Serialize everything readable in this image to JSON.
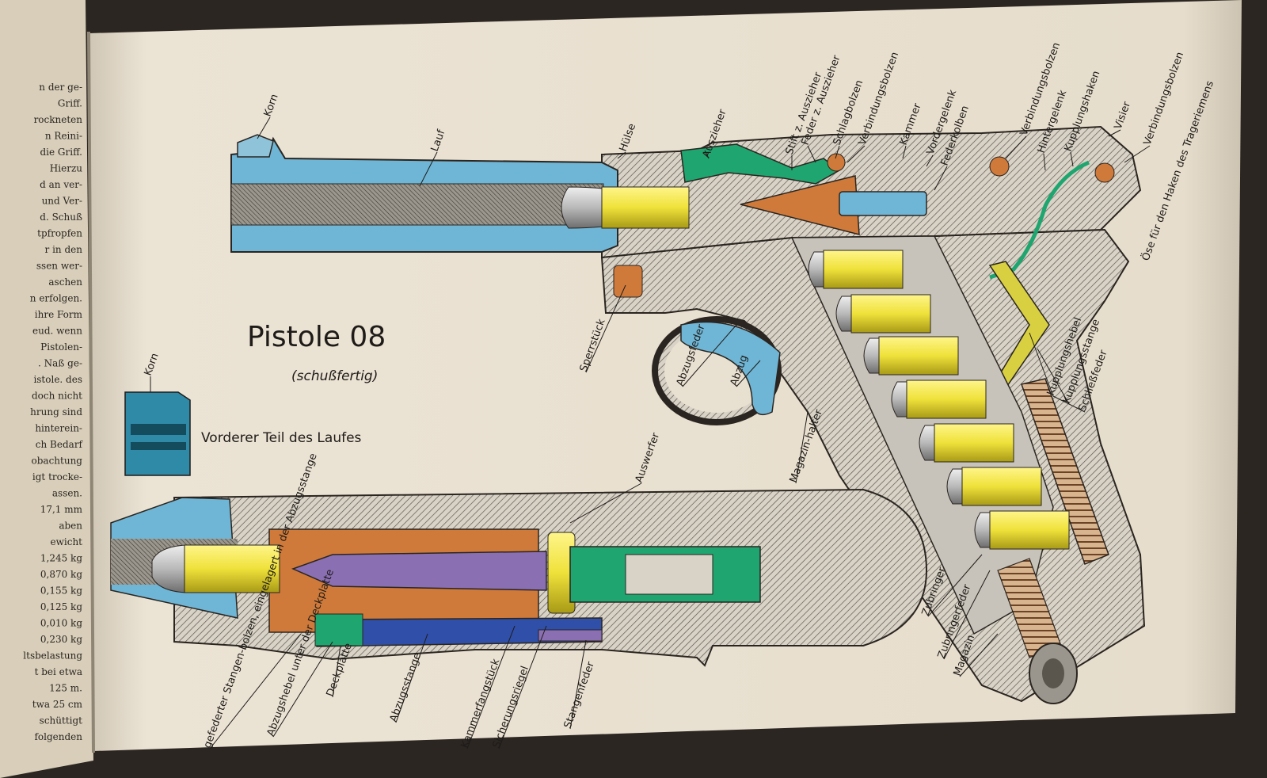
{
  "title": "Pistole 08",
  "subtitle": "(schußfertig)",
  "inset_caption": "Vorderer Teil des Laufes",
  "colors": {
    "page": "#e8dfd0",
    "blue": "#6fb6d6",
    "yellow": "#efe13a",
    "green": "#1fa56f",
    "orange": "#cf7a3a",
    "purple": "#8b6fb3",
    "navy": "#2f4fa8",
    "steel": "#b9b5ad"
  },
  "labels": {
    "korn": "Korn",
    "lauf": "Lauf",
    "huelse": "Hülse",
    "auszieher": "Auszieher",
    "stift_auszieher": "Stift z. Auszieher",
    "feder_auszieher": "Feder z. Auszieher",
    "schlagbolzen": "Schlagbolzen",
    "verbindungsbolzen_1": "Verbindungsbolzen",
    "kammer": "Kammer",
    "vordergelenk": "Vordergelenk",
    "federkolben": "Federkolben",
    "verbindungsbolzen_2": "Verbindungsbolzen",
    "hintergelenk": "Hintergelenk",
    "kupplungshaken": "Kupplungshaken",
    "visier": "Visier",
    "verbindungsbolzen_3": "Verbindungsbolzen",
    "oese": "Öse für den Haken des Trageriemens",
    "sperrstueck": "Sperrstück",
    "abzugsfeder": "Abzugsfeder",
    "abzug": "Abzug",
    "magazinhalter": "Magazin-halter",
    "kupplungshebel": "Kupplungshebel",
    "kupplungsstange": "Kupplungsstange",
    "schliessfeder": "Schließfeder",
    "auswerfer": "Auswerfer",
    "zubringer": "Zubringer",
    "zubringerfeder": "Zubringerfeder",
    "magazin": "Magazin",
    "gefederter": "gefederter Stangen-bolzen, eingelagert in der Abzugsstange",
    "abzugshebel": "Abzugshebel unter der Deckplatte",
    "deckplatte": "Deckplatte",
    "abzugsstange": "Abzugsstange",
    "kammerfangstueck": "Kammerfangstück",
    "sicherungsriegel": "Sicherungsriegel",
    "stangenfeder": "Stangenfeder",
    "inset_korn": "Korn"
  },
  "left_page_fragments": [
    "n der ge-",
    "Griff.",
    "rockneten",
    "n Reini-",
    "die Griff.",
    "Hierzu",
    "d an ver-",
    "und Ver-",
    "d. Schuß",
    "tpfropfen",
    "r in den",
    "ssen wer-",
    "aschen",
    "n erfolgen.",
    "ihre Form",
    "eud. wenn",
    "Pistolen-",
    ". Naß ge-",
    "istole. des",
    "doch nicht",
    "hrung sind",
    "hinterein-",
    "ch Bedarf",
    "obachtung",
    "igt trocke-",
    "assen.",
    "17,1 mm",
    "aben",
    "ewicht",
    "1,245 kg",
    "0,870 kg",
    "0,155 kg",
    "0,125 kg",
    "0,010 kg",
    "0,230 kg",
    "ltsbelastung",
    "t bei etwa",
    "125 m.",
    "twa 25 cm",
    "schüttigt",
    "folgenden"
  ]
}
